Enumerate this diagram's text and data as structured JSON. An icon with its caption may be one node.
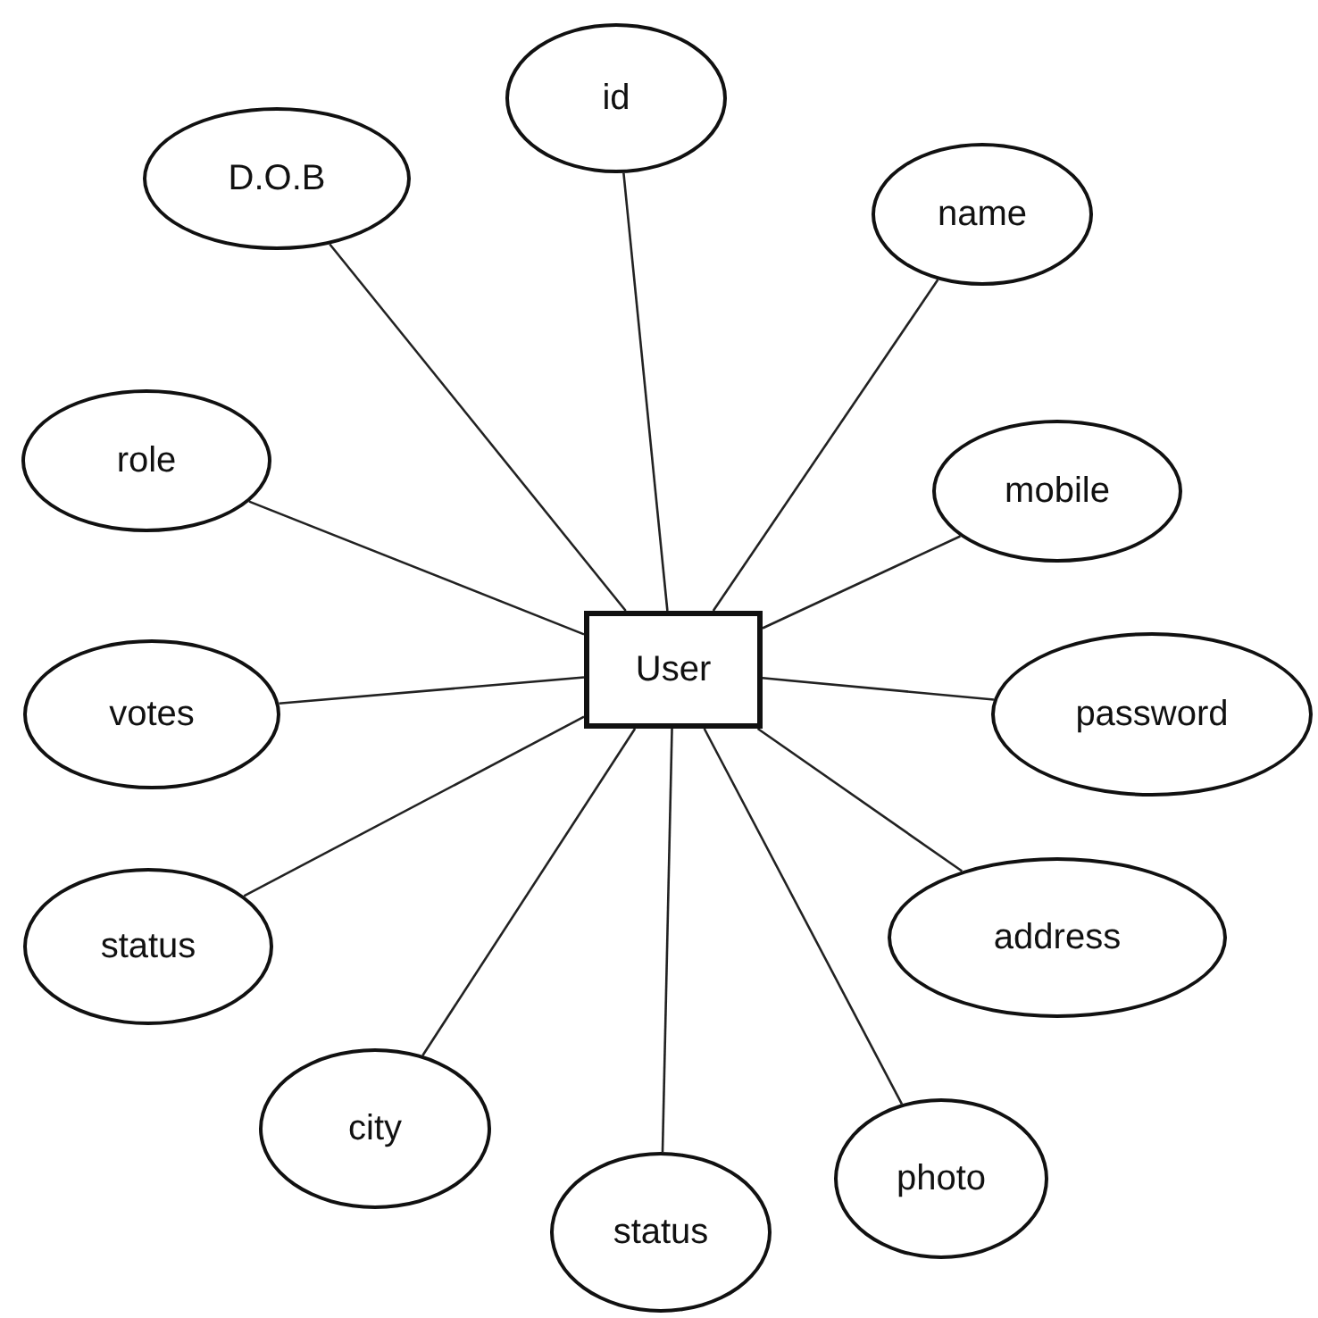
{
  "diagram": {
    "nodes": [
      {
        "text": [
          "id"
        ]
      },
      {
        "text": [
          "D.O.B"
        ]
      },
      {
        "text": [
          "name"
        ]
      },
      {
        "text": [
          "role"
        ]
      },
      {
        "text": [
          "mobile"
        ]
      },
      {
        "text": [
          "User"
        ]
      },
      {
        "text": [
          "votes"
        ]
      },
      {
        "text": [
          "password"
        ]
      },
      {
        "text": [
          "status"
        ]
      },
      {
        "text": [
          "address"
        ]
      },
      {
        "text": [
          "city"
        ]
      },
      {
        "text": [
          "photo"
        ]
      },
      {
        "text": [
          "status"
        ]
      }
    ],
    "edges": [
      {
        "from": 5,
        "to": 0,
        "arrow": "none"
      },
      {
        "from": 5,
        "to": 1,
        "arrow": "none"
      },
      {
        "from": 5,
        "to": 2,
        "arrow": "none"
      },
      {
        "from": 5,
        "to": 3,
        "arrow": "none"
      },
      {
        "from": 5,
        "to": 4,
        "arrow": "none"
      },
      {
        "from": 5,
        "to": 6,
        "arrow": "none"
      },
      {
        "from": 5,
        "to": 7,
        "arrow": "none"
      },
      {
        "from": 5,
        "to": 8,
        "arrow": "none"
      },
      {
        "from": 5,
        "to": 9,
        "arrow": "none"
      },
      {
        "from": 5,
        "to": 10,
        "arrow": "none"
      },
      {
        "from": 5,
        "to": 11,
        "arrow": "none"
      },
      {
        "from": 5,
        "to": 12,
        "arrow": "none"
      }
    ]
  }
}
